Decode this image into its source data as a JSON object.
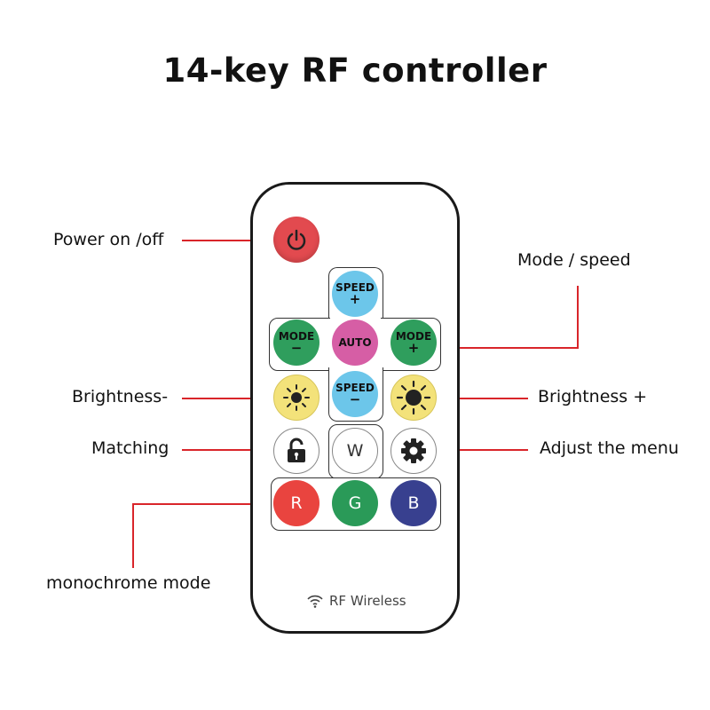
{
  "title": "14-key RF controller",
  "callouts": {
    "power": "Power on /off",
    "mode_speed": "Mode / speed",
    "brightness_minus": "Brightness-",
    "brightness_plus": "Brightness +",
    "matching": "Matching",
    "adjust_menu": "Adjust the menu",
    "monochrome": "monochrome mode"
  },
  "buttons": {
    "speed": "SPEED",
    "plus": "+",
    "minus": "−",
    "mode": "MODE",
    "auto": "AUTO",
    "white": "W",
    "red": "R",
    "green": "G",
    "blue": "B"
  },
  "footer": "RF Wireless",
  "colors": {
    "callout_line": "#d9252a",
    "power": "#e24a4f",
    "speed": "#6cc6ea",
    "mode": "#2f9e5d",
    "auto": "#d65ea5",
    "brightness": "#f3e27a",
    "red": "#e9443f",
    "green": "#2a9a58",
    "blue": "#38408f"
  }
}
